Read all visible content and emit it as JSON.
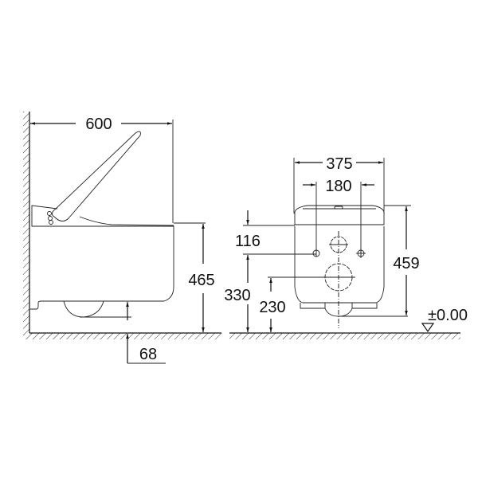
{
  "side_view": {
    "depth_label": "600",
    "height_label": "465",
    "bottom_offset_label": "68"
  },
  "front_view": {
    "width_label": "375",
    "bolt_spacing_label": "180",
    "seat_to_bolt_label": "116",
    "bolt_height_label": "330",
    "outlet_height_label": "230",
    "total_height_label": "459",
    "floor_level_label": "±0.00"
  }
}
